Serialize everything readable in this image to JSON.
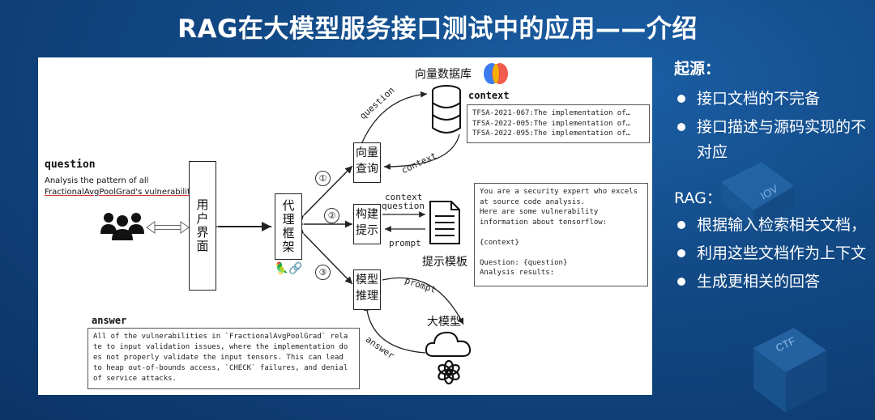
{
  "title": "RAG在大模型服务接口测试中的应用——介绍",
  "diagram": {
    "question_heading": "question",
    "question_text_line1": "Analysis the pattern of all",
    "question_text_line2": "FractionalAvgPoolGrad's vulnerabilities",
    "ui_box": "用户界面",
    "agent_box": "代理框架",
    "query_box": "向量查询",
    "prompt_box": "构建提示",
    "infer_box": "模型推理",
    "vector_db_label": "向量数据库",
    "context_heading": "context",
    "context_lines": [
      "TFSA-2021-067:The implementation of…",
      "TFSA-2022-005:The implementation of…",
      "TFSA-2022-095:The implementation of…"
    ],
    "step1": "①",
    "step2": "②",
    "step3": "③",
    "arrow_question": "question",
    "arrow_context_back": "context",
    "arrow_context_in": "context",
    "arrow_question_in": "question",
    "arrow_prompt_out": "prompt",
    "arrow_prompt_llm": "prompt",
    "arrow_answer": "answer",
    "template_label": "提示模板",
    "llm_label": "大模型",
    "prompt_template_lines": [
      "You are a security expert who excels",
      "at source code analysis.",
      "Here are some vulnerability",
      "information about tensorflow:",
      "",
      "{context}",
      "",
      "Question: {question}",
      "Analysis results:"
    ],
    "answer_heading": "answer",
    "answer_lines": [
      "All of the vulnerabilities in `FractionalAvgPoolGrad` rela",
      "te to input validation issues, where the implementation do",
      "es not properly validate the input tensors. This can lead",
      "to heap out-of-bounds access, `CHECK` failures, and denial",
      "of service attacks."
    ]
  },
  "sidebar": {
    "origin_heading": "起源：",
    "origin_items": [
      "接口文档的不完备",
      "接口描述与源码实现的不对应"
    ],
    "rag_heading": "RAG：",
    "rag_items": [
      "根据输入检索相关文档，",
      "利用这些文档作为上下文",
      "生成更相关的回答"
    ]
  },
  "deco_labels": {
    "iov": "IOV",
    "ctf": "CTF"
  },
  "colors": {
    "background": "#124a86",
    "panel": "#ffffff",
    "text_white": "#ffffff"
  }
}
